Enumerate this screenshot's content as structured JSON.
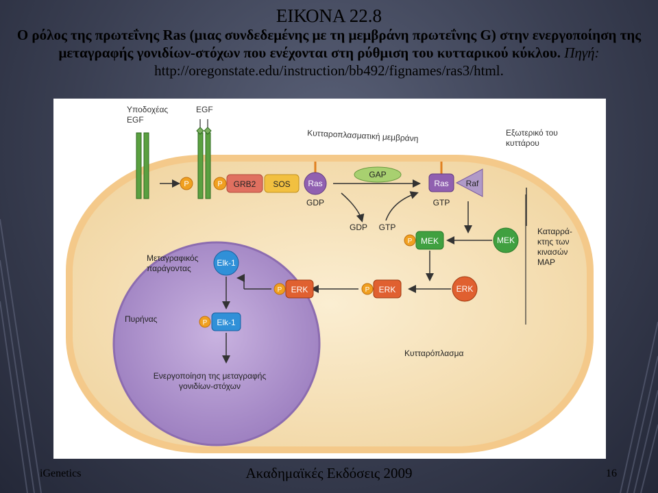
{
  "slide": {
    "title": "ΕΙΚΟΝΑ 22.8",
    "caption": "Ο ρόλος της πρωτεΐνης Ras (μιας συνδεδεμένης με τη μεμβράνη πρωτεΐνης G) στην ενεργοποίηση της μεταγραφής γονιδίων-στόχων που ενέχονται στη ρύθμιση του κυτταρικού κύκλου.",
    "source_label": "Πηγή:",
    "source_url": "http://oregonstate.edu/instruction/bb492/fignames/ras3/html.",
    "footer_left": "iGenetics",
    "footer_center": "Ακαδημαϊκές Εκδόσεις 2009",
    "page_number": "16"
  },
  "diagram": {
    "receptor_label_1": "Υποδοχέας",
    "receptor_label_2": "EGF",
    "egf_label": "EGF",
    "membrane_label": "Κυτταροπλασματική μεμβράνη",
    "outside_label_1": "Εξωτερικό του",
    "outside_label_2": "κυττάρου",
    "p": "P",
    "grb2": "GRB2",
    "sos": "SOS",
    "ras": "Ras",
    "gdp": "GDP",
    "gtp": "GTP",
    "gap": "GAP",
    "raf": "Raf",
    "mek": "MEK",
    "erk": "ERK",
    "elk1": "Elk-1",
    "cascade_1": "Καταρρά-",
    "cascade_2": "κτης των",
    "cascade_3": "κινασών",
    "cascade_4": "MAP",
    "tf_1": "Μεταγραφικός",
    "tf_2": "παράγοντας",
    "nucleus": "Πυρήνας",
    "cytoplasm": "Κυτταρόπλασμα",
    "activation_1": "Ενεργοποίηση της μεταγραφής",
    "activation_2": "γονιδίων-στόχων"
  },
  "colors": {
    "phosphate": "#f0a020",
    "grb2": "#e07060",
    "sos": "#f2c040",
    "ras": "#9060b0",
    "gap": "#a8d070",
    "mek": "#40a040",
    "erk": "#e06030",
    "elk1": "#3090d8",
    "nucleus": "#a98cc8",
    "cytoplasm": "#f6e0b4",
    "receptor": "#5aa040"
  }
}
